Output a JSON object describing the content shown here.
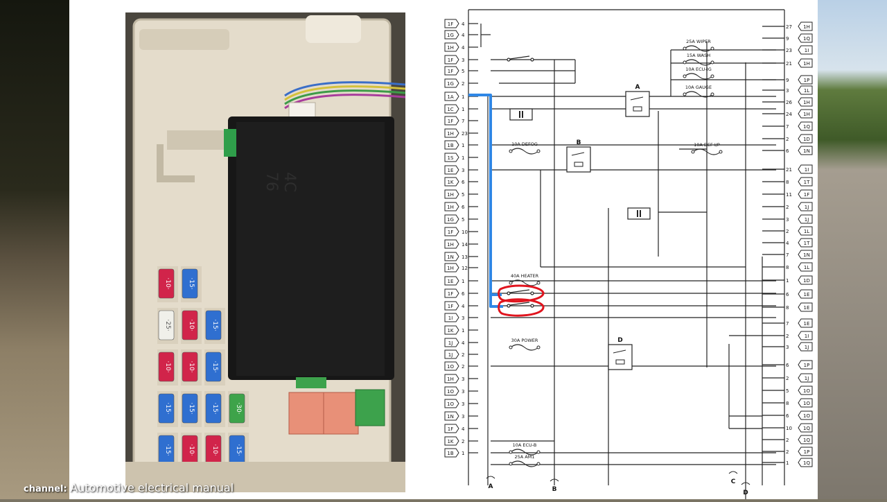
{
  "channel": {
    "label": "channel:",
    "name": "Automotive electrical manual"
  },
  "photo": {
    "relay_text": "4C\n76",
    "fuses": [
      [
        "10",
        "15"
      ],
      [
        "25",
        "10",
        "15"
      ],
      [
        "10",
        "10",
        "15"
      ],
      [
        "15",
        "15",
        "15",
        "30"
      ],
      [
        "15",
        "10",
        "10",
        "15"
      ]
    ]
  },
  "schematic": {
    "left_connectors": [
      {
        "label": "1F",
        "pin": "4"
      },
      {
        "label": "1G",
        "pin": "4"
      },
      {
        "label": "1H",
        "pin": "4"
      },
      {
        "label": "1F",
        "pin": "3"
      },
      {
        "label": "1F",
        "pin": "5"
      },
      {
        "label": "1G",
        "pin": "2"
      },
      {
        "label": "1A",
        "pin": "1"
      },
      {
        "label": "1C",
        "pin": "1"
      },
      {
        "label": "1F",
        "pin": "7"
      },
      {
        "label": "1H",
        "pin": "23"
      },
      {
        "label": "1B",
        "pin": "1"
      },
      {
        "label": "1S",
        "pin": "1"
      },
      {
        "label": "1E",
        "pin": "3"
      },
      {
        "label": "1K",
        "pin": "6"
      },
      {
        "label": "1H",
        "pin": "5"
      },
      {
        "label": "1H",
        "pin": "6"
      },
      {
        "label": "1G",
        "pin": "5"
      },
      {
        "label": "1F",
        "pin": "10"
      },
      {
        "label": "1H",
        "pin": "14"
      },
      {
        "label": "1N",
        "pin": "13"
      },
      {
        "label": "1H",
        "pin": "12"
      },
      {
        "label": "1E",
        "pin": "1"
      },
      {
        "label": "1F",
        "pin": "6"
      },
      {
        "label": "1F",
        "pin": "4"
      },
      {
        "label": "1I",
        "pin": "3"
      },
      {
        "label": "1K",
        "pin": "1"
      },
      {
        "label": "1J",
        "pin": "4"
      },
      {
        "label": "1J",
        "pin": "2"
      },
      {
        "label": "1O",
        "pin": "2"
      },
      {
        "label": "1H",
        "pin": "3"
      },
      {
        "label": "1O",
        "pin": "3"
      },
      {
        "label": "1O",
        "pin": "3"
      },
      {
        "label": "1N",
        "pin": "3"
      },
      {
        "label": "1F",
        "pin": "4"
      },
      {
        "label": "1K",
        "pin": "2"
      },
      {
        "label": "1B",
        "pin": "1"
      }
    ],
    "right_connectors": [
      {
        "label": "1H",
        "pin": "27"
      },
      {
        "label": "1Q",
        "pin": "9"
      },
      {
        "label": "1I",
        "pin": "23"
      },
      {
        "label": "1H",
        "pin": "21"
      },
      {
        "label": "1P",
        "pin": "9"
      },
      {
        "label": "1L",
        "pin": "3"
      },
      {
        "label": "1H",
        "pin": "26"
      },
      {
        "label": "1H",
        "pin": "24"
      },
      {
        "label": "1Q",
        "pin": "7"
      },
      {
        "label": "1D",
        "pin": "2"
      },
      {
        "label": "1N",
        "pin": "6"
      },
      {
        "label": "1I",
        "pin": "21"
      },
      {
        "label": "1T",
        "pin": "8"
      },
      {
        "label": "1F",
        "pin": "11"
      },
      {
        "label": "1J",
        "pin": "2"
      },
      {
        "label": "1J",
        "pin": "3"
      },
      {
        "label": "1L",
        "pin": "2"
      },
      {
        "label": "1T",
        "pin": "4"
      },
      {
        "label": "1N",
        "pin": "7"
      },
      {
        "label": "1L",
        "pin": "8"
      },
      {
        "label": "1D",
        "pin": "1"
      },
      {
        "label": "1E",
        "pin": "6"
      },
      {
        "label": "1E",
        "pin": "8"
      },
      {
        "label": "1E",
        "pin": "7"
      },
      {
        "label": "1I",
        "pin": "2"
      },
      {
        "label": "1J",
        "pin": "3"
      },
      {
        "label": "1P",
        "pin": "6"
      },
      {
        "label": "1J",
        "pin": "2"
      },
      {
        "label": "1O",
        "pin": "5"
      },
      {
        "label": "1O",
        "pin": "8"
      },
      {
        "label": "1O",
        "pin": "6"
      },
      {
        "label": "1Q",
        "pin": "10"
      },
      {
        "label": "1Q",
        "pin": "2"
      },
      {
        "label": "1P",
        "pin": "2"
      },
      {
        "label": "1Q",
        "pin": "1"
      }
    ],
    "fuses": [
      {
        "label": "25A WIPER"
      },
      {
        "label": "15A WASH"
      },
      {
        "label": "10A ECU-IG"
      },
      {
        "label": "10A GAUGE"
      },
      {
        "label": "10A DEFOG"
      },
      {
        "label": "10A DEF I/P"
      },
      {
        "label": "40A HEATER"
      },
      {
        "label": "30A POWER"
      },
      {
        "label": "10A ECU-B"
      },
      {
        "label": "25A AM1"
      }
    ],
    "relays": [
      {
        "label": "A"
      },
      {
        "label": "B"
      },
      {
        "label": "D"
      }
    ],
    "bottom_labels": [
      "A",
      "B",
      "C",
      "D"
    ]
  },
  "colors": {
    "highlight_blue": "#2f87e6",
    "highlight_red": "#e0141e"
  }
}
